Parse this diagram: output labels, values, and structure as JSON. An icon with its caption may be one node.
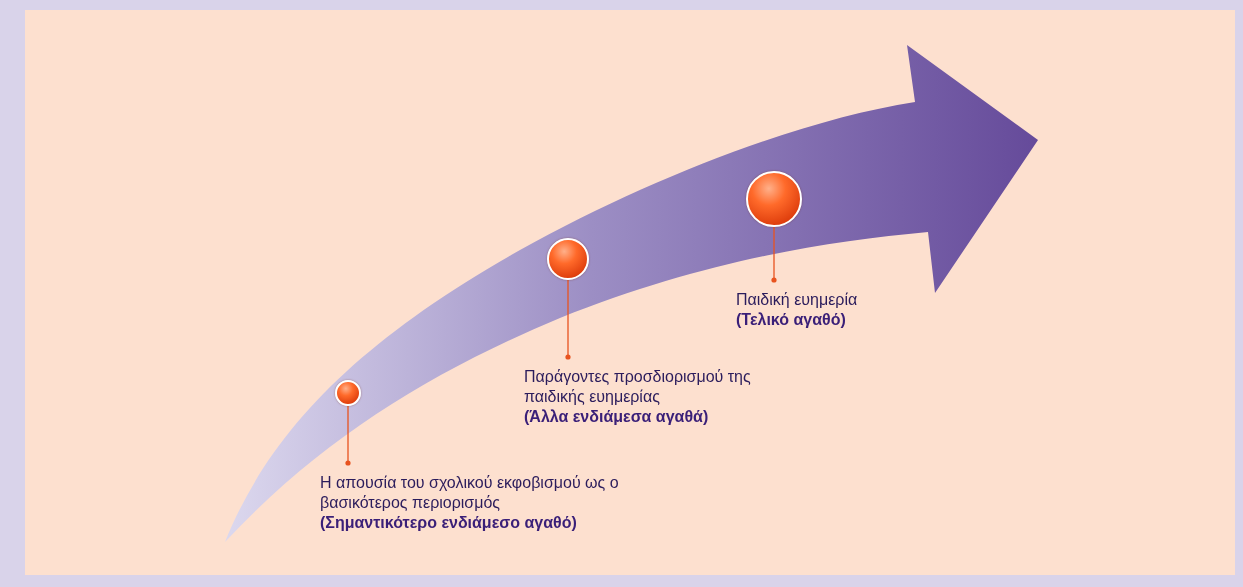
{
  "diagram": {
    "nodes": [
      {
        "text": [],
        "shape": "circle"
      },
      {
        "text": [],
        "shape": "circle"
      },
      {
        "text": [],
        "shape": "circle"
      },
      {
        "text": [
          "Η απουσία του σχολικού εκφοβισμού ως ο βασικότερος περιορισμός",
          "(Σημαντικότερο ενδιάμεσο αγαθό)"
        ]
      },
      {
        "text": [
          "Παράγοντες προσδιορισμού της παιδικής ευημερίας",
          "(Άλλα ενδιάμεσα αγαθά)"
        ]
      },
      {
        "text": [
          "Παιδική ευημερία",
          "(Τελικό αγαθό)"
        ]
      }
    ],
    "edges": [
      {
        "from": 3,
        "to": 0,
        "arrow": "other"
      },
      {
        "from": 4,
        "to": 1,
        "arrow": "other"
      },
      {
        "from": 5,
        "to": 2,
        "arrow": "other"
      }
    ]
  }
}
